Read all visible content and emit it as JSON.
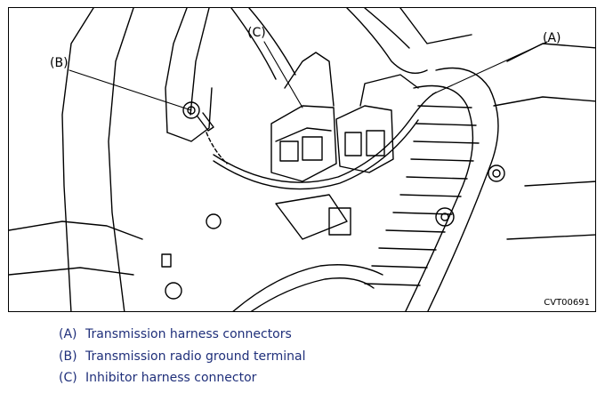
{
  "figure": {
    "code": "CVT00691",
    "callouts": {
      "a": "(A)",
      "b": "(B)",
      "c": "(C)"
    }
  },
  "legend": [
    {
      "ref": "(A)",
      "text": "Transmission harness connectors"
    },
    {
      "ref": "(B)",
      "text": "Transmission radio ground terminal"
    },
    {
      "ref": "(C)",
      "text": "Inhibitor harness connector"
    }
  ],
  "colors": {
    "line": "#000000",
    "legend_text": "#1f2f7a"
  }
}
